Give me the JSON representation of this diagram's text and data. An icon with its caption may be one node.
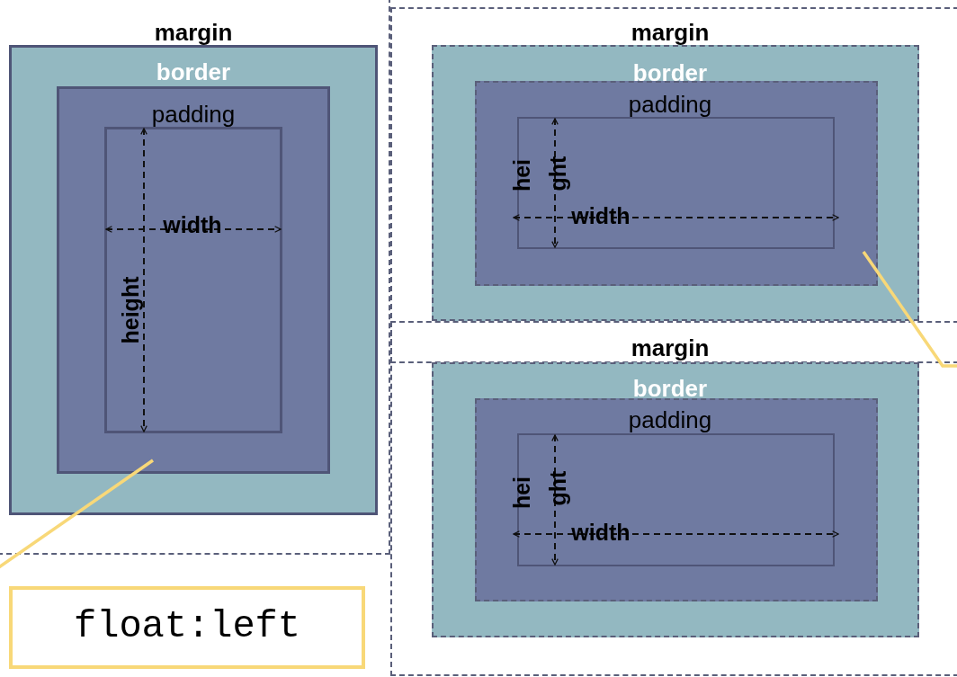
{
  "diagram": {
    "nodes": [
      {
        "text": [
          "margin"
        ]
      },
      {
        "text": [
          "border"
        ],
        "in": 0
      },
      {
        "text": [
          "padding"
        ],
        "in": 1
      },
      {
        "text": [
          "width",
          "height"
        ],
        "in": 2
      },
      {
        "text": [
          "margin"
        ]
      },
      {
        "text": [
          "border"
        ],
        "in": 4
      },
      {
        "text": [
          "padding"
        ],
        "in": 5
      },
      {
        "text": [
          "hei",
          "ght",
          "width"
        ],
        "in": 6
      },
      {
        "text": [
          "margin"
        ]
      },
      {
        "text": [
          "border"
        ],
        "in": 8
      },
      {
        "text": [
          "padding"
        ],
        "in": 9
      },
      {
        "text": [
          "hei",
          "ght",
          "width"
        ],
        "in": 10
      },
      {
        "text": [
          "float:left"
        ]
      }
    ],
    "edges": [
      {
        "from": null,
        "to": 2,
        "arrow": "none",
        "color": "#f8d878"
      },
      {
        "from": null,
        "to": 6,
        "arrow": "none",
        "color": "#f8d878"
      }
    ]
  }
}
